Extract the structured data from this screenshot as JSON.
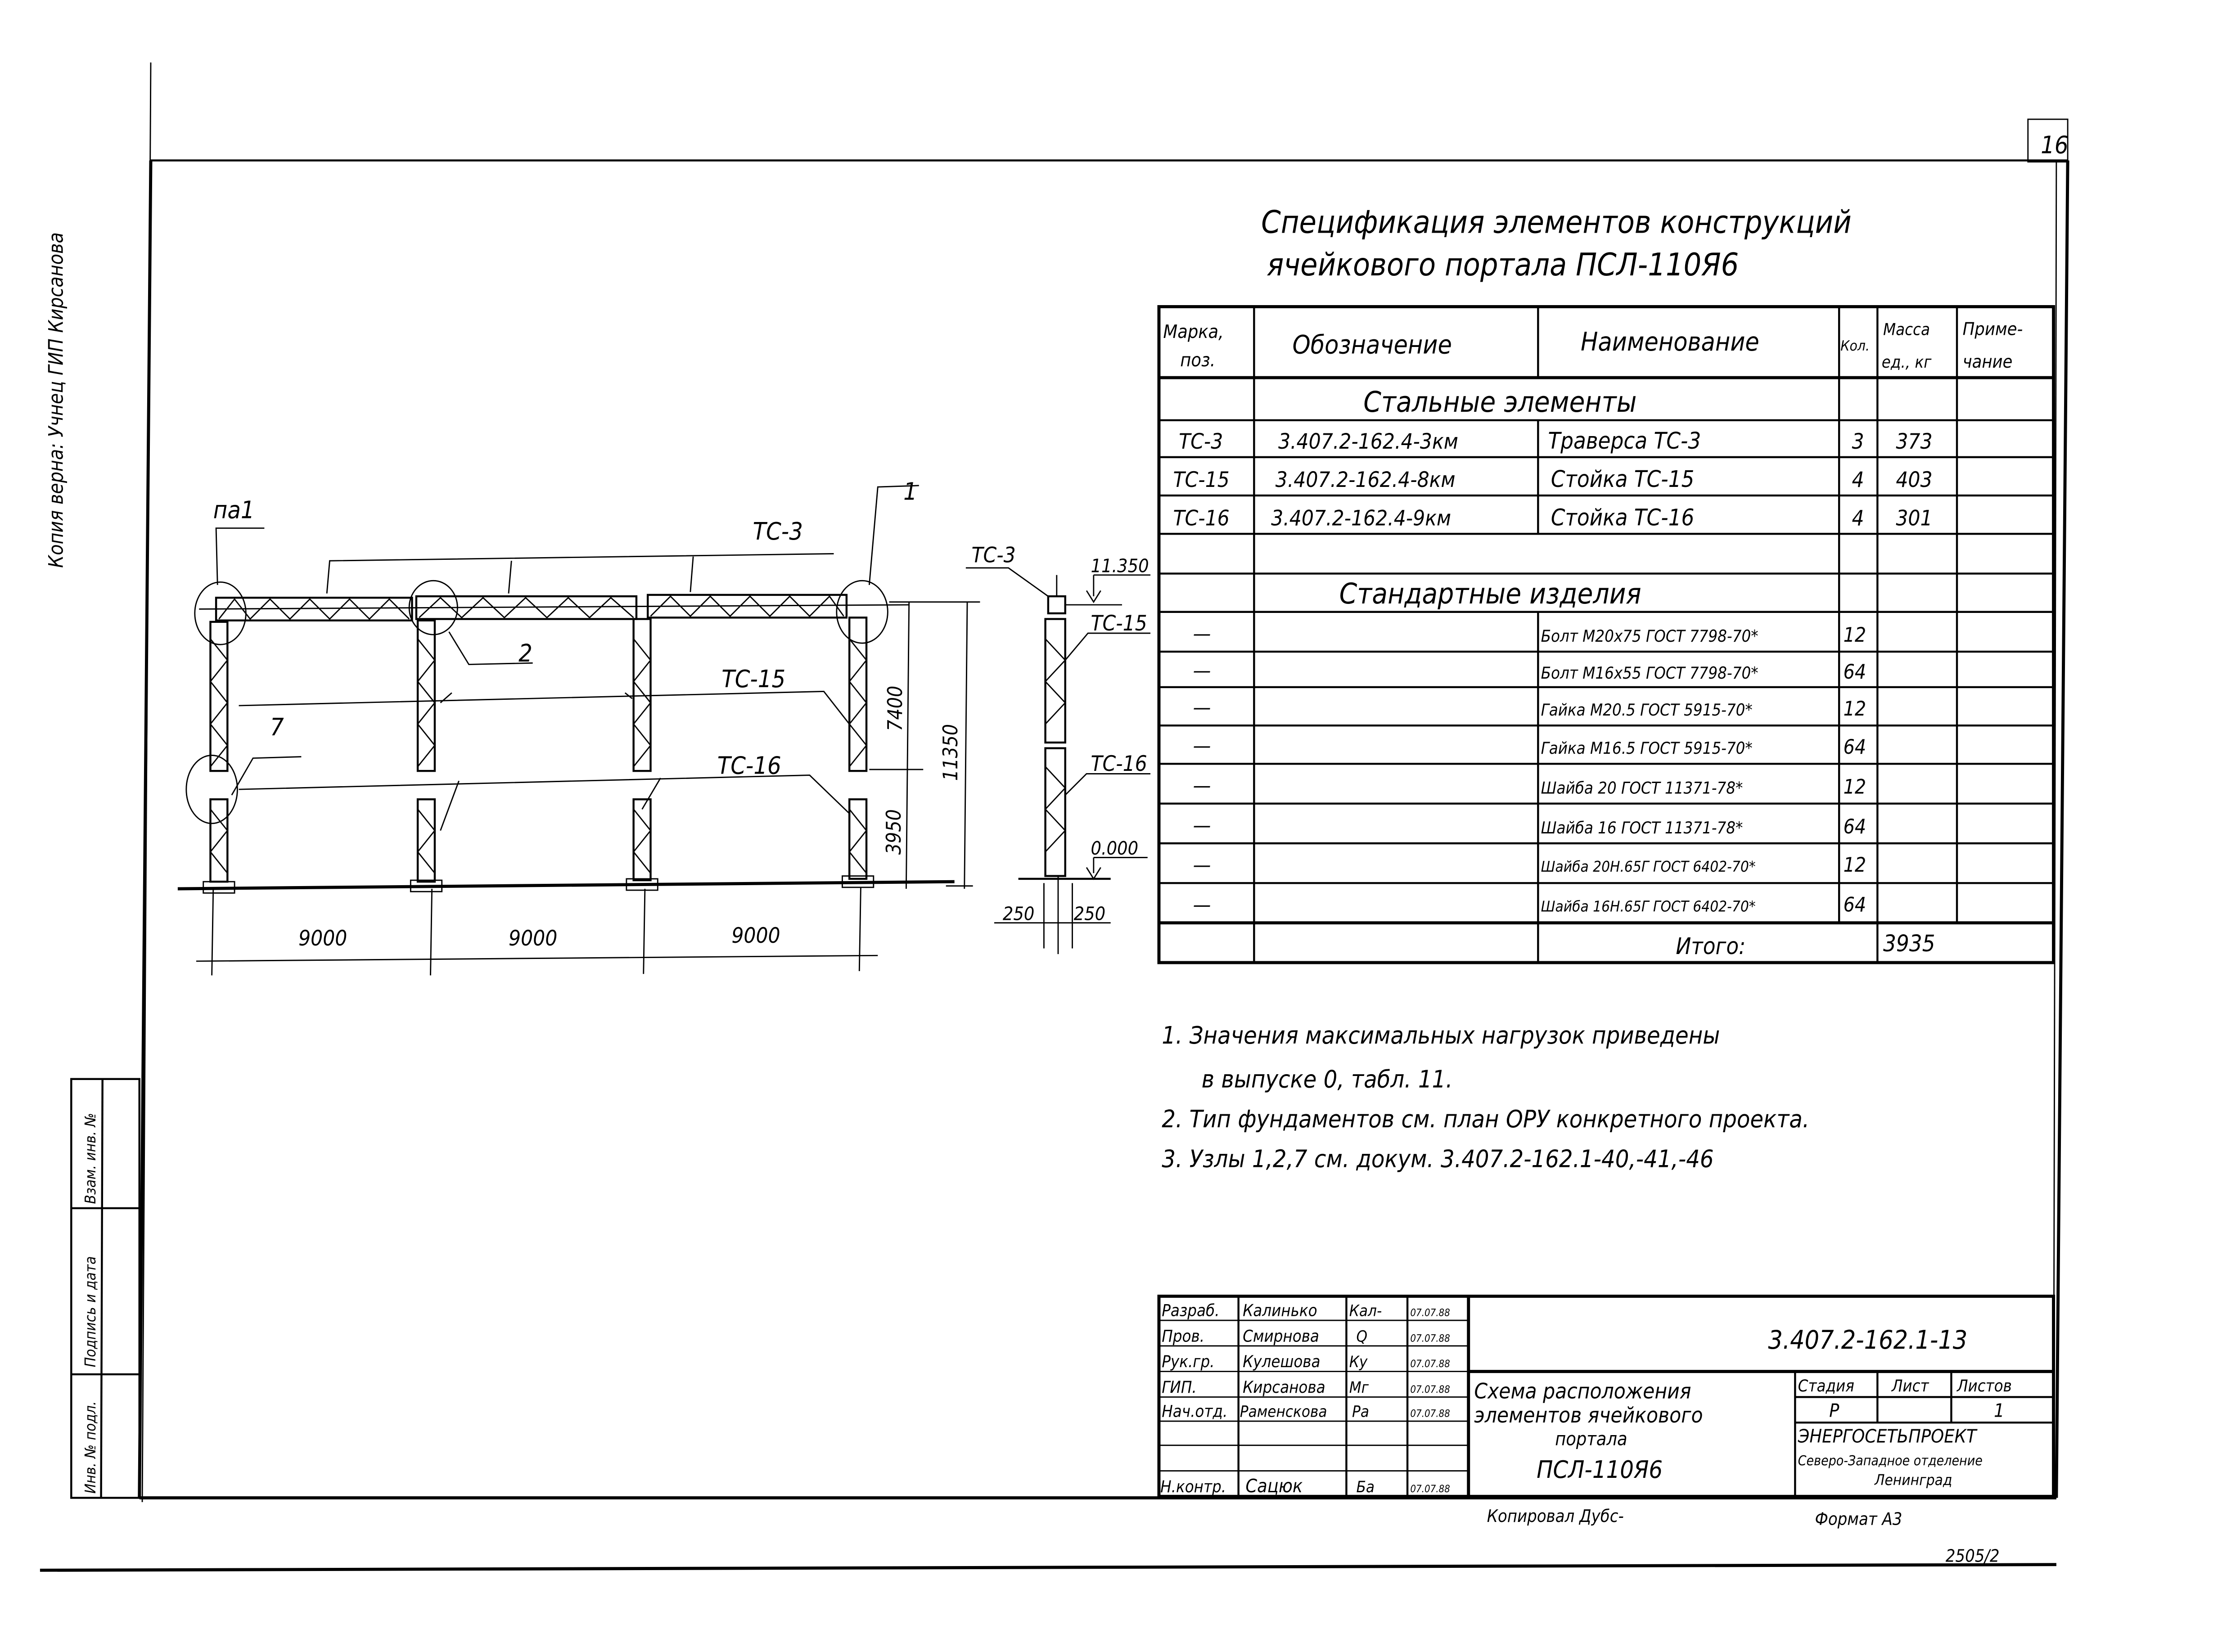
{
  "margin_note": "Копия верна: Учнец ГИП Кирсанова",
  "sheet_number": "16",
  "spec": {
    "title_line1": "Спецификация элементов конструкций",
    "title_line2": "ячейкового портала ПСЛ-110Я6",
    "headers": {
      "mark": "Марка, поз.",
      "mark_l1": "Марка,",
      "mark_l2": "поз.",
      "designation": "Обозначение",
      "name": "Наименование",
      "qty": "Кол.",
      "mass": "Масса ед., кг",
      "mass_l1": "Масса",
      "mass_l2": "ед., кг",
      "note": "Приме- чание",
      "note_l1": "Приме-",
      "note_l2": "чание"
    },
    "section_steel": "Стальные элементы",
    "steel_rows": [
      {
        "mark": "ТС-3",
        "designation": "3.407.2-162.4-3км",
        "name": "Траверса ТС-3",
        "qty": "3",
        "mass": "373",
        "note": ""
      },
      {
        "mark": "ТС-15",
        "designation": "3.407.2-162.4-8км",
        "name": "Стойка ТС-15",
        "qty": "4",
        "mass": "403",
        "note": ""
      },
      {
        "mark": "ТС-16",
        "designation": "3.407.2-162.4-9км",
        "name": "Стойка ТС-16",
        "qty": "4",
        "mass": "301",
        "note": ""
      }
    ],
    "section_standard": "Стандартные изделия",
    "standard_rows": [
      {
        "mark": "—",
        "designation": "",
        "name": "Болт М20х75 ГОСТ 7798-70*",
        "qty": "12",
        "mass": "",
        "note": ""
      },
      {
        "mark": "—",
        "designation": "",
        "name": "Болт М16х55 ГОСТ 7798-70*",
        "qty": "64",
        "mass": "",
        "note": ""
      },
      {
        "mark": "—",
        "designation": "",
        "name": "Гайка М20.5 ГОСТ 5915-70*",
        "qty": "12",
        "mass": "",
        "note": ""
      },
      {
        "mark": "—",
        "designation": "",
        "name": "Гайка М16.5 ГОСТ 5915-70*",
        "qty": "64",
        "mass": "",
        "note": ""
      },
      {
        "mark": "—",
        "designation": "",
        "name": "Шайба 20 ГОСТ 11371-78*",
        "qty": "12",
        "mass": "",
        "note": ""
      },
      {
        "mark": "—",
        "designation": "",
        "name": "Шайба 16 ГОСТ 11371-78*",
        "qty": "64",
        "mass": "",
        "note": ""
      },
      {
        "mark": "—",
        "designation": "",
        "name": "Шайба 20Н.65Г ГОСТ 6402-70*",
        "qty": "12",
        "mass": "",
        "note": ""
      },
      {
        "mark": "—",
        "designation": "",
        "name": "Шайба 16Н.65Г ГОСТ 6402-70*",
        "qty": "64",
        "mass": "",
        "note": ""
      }
    ],
    "total_label": "Итого:",
    "total_value": "3935"
  },
  "notes": [
    "1. Значения максимальных нагрузок приведены",
    "в выпуске 0, табл. 11.",
    "2. Тип фундаментов см. план ОРУ конкретного проекта.",
    "3. Узлы 1,2,7 см. докум. 3.407.2-162.1-40,-41,-46"
  ],
  "drawing": {
    "front_view": {
      "labels": {
        "node_pa1": "па1",
        "node_1": "1",
        "node_2": "2",
        "node_7": "7",
        "beam": "ТС-3",
        "upper_post": "ТС-15",
        "lower_post": "ТС-16"
      },
      "spans": [
        "9000",
        "9000",
        "9000"
      ],
      "dim_upper": "7400",
      "dim_lower": "3950",
      "dim_total": "11350"
    },
    "side_view": {
      "labels": {
        "beam": "ТС-3",
        "upper_post": "ТС-15",
        "lower_post": "ТС-16"
      },
      "elev_top": "11.350",
      "elev_ground": "0.000",
      "dim_left": "250",
      "dim_right": "250"
    }
  },
  "title_block": {
    "roles": [
      {
        "role": "Разраб.",
        "name": "Калинько",
        "sign": "Кал-",
        "date": "07.07.88"
      },
      {
        "role": "Пров.",
        "name": "Смирнова",
        "sign": "Q",
        "date": "07.07.88"
      },
      {
        "role": "Рук.гр.",
        "name": "Кулешова",
        "sign": "Ку",
        "date": "07.07.88"
      },
      {
        "role": "ГИП.",
        "name": "Кирсанова",
        "sign": "Мг",
        "date": "07.07.88"
      },
      {
        "role": "Нач.отд.",
        "name": "Раменскова",
        "sign": "Ра",
        "date": "07.07.88"
      },
      {
        "role": "",
        "name": "",
        "sign": "",
        "date": ""
      },
      {
        "role": "",
        "name": "",
        "sign": "",
        "date": ""
      },
      {
        "role": "Н.контр.",
        "name": "Сацюк",
        "sign": "Ба",
        "date": "07.07.88"
      }
    ],
    "doc_code": "3.407.2-162.1-13",
    "title_l1": "Схема расположения",
    "title_l2": "элементов ячейкового",
    "title_l3": "портала",
    "title_l4": "ПСЛ-110Я6",
    "stage_label": "Стадия",
    "sheet_label": "Лист",
    "sheets_label": "Листов",
    "stage_value": "Р",
    "sheet_value": "",
    "sheets_value": "1",
    "org_l1": "ЭНЕРГОСЕТЬПРОЕКТ",
    "org_l2": "Северо-Западное отделение",
    "org_l3": "Ленинград"
  },
  "side_stamp": {
    "inv_orig": "Инв. № подл.",
    "sign_date": "Подпись и дата",
    "replace_inv": "Взам. инв. №"
  },
  "footer": {
    "copied": "Копировал Дубс-",
    "format": "Формат А3",
    "archive": "2505/2"
  }
}
